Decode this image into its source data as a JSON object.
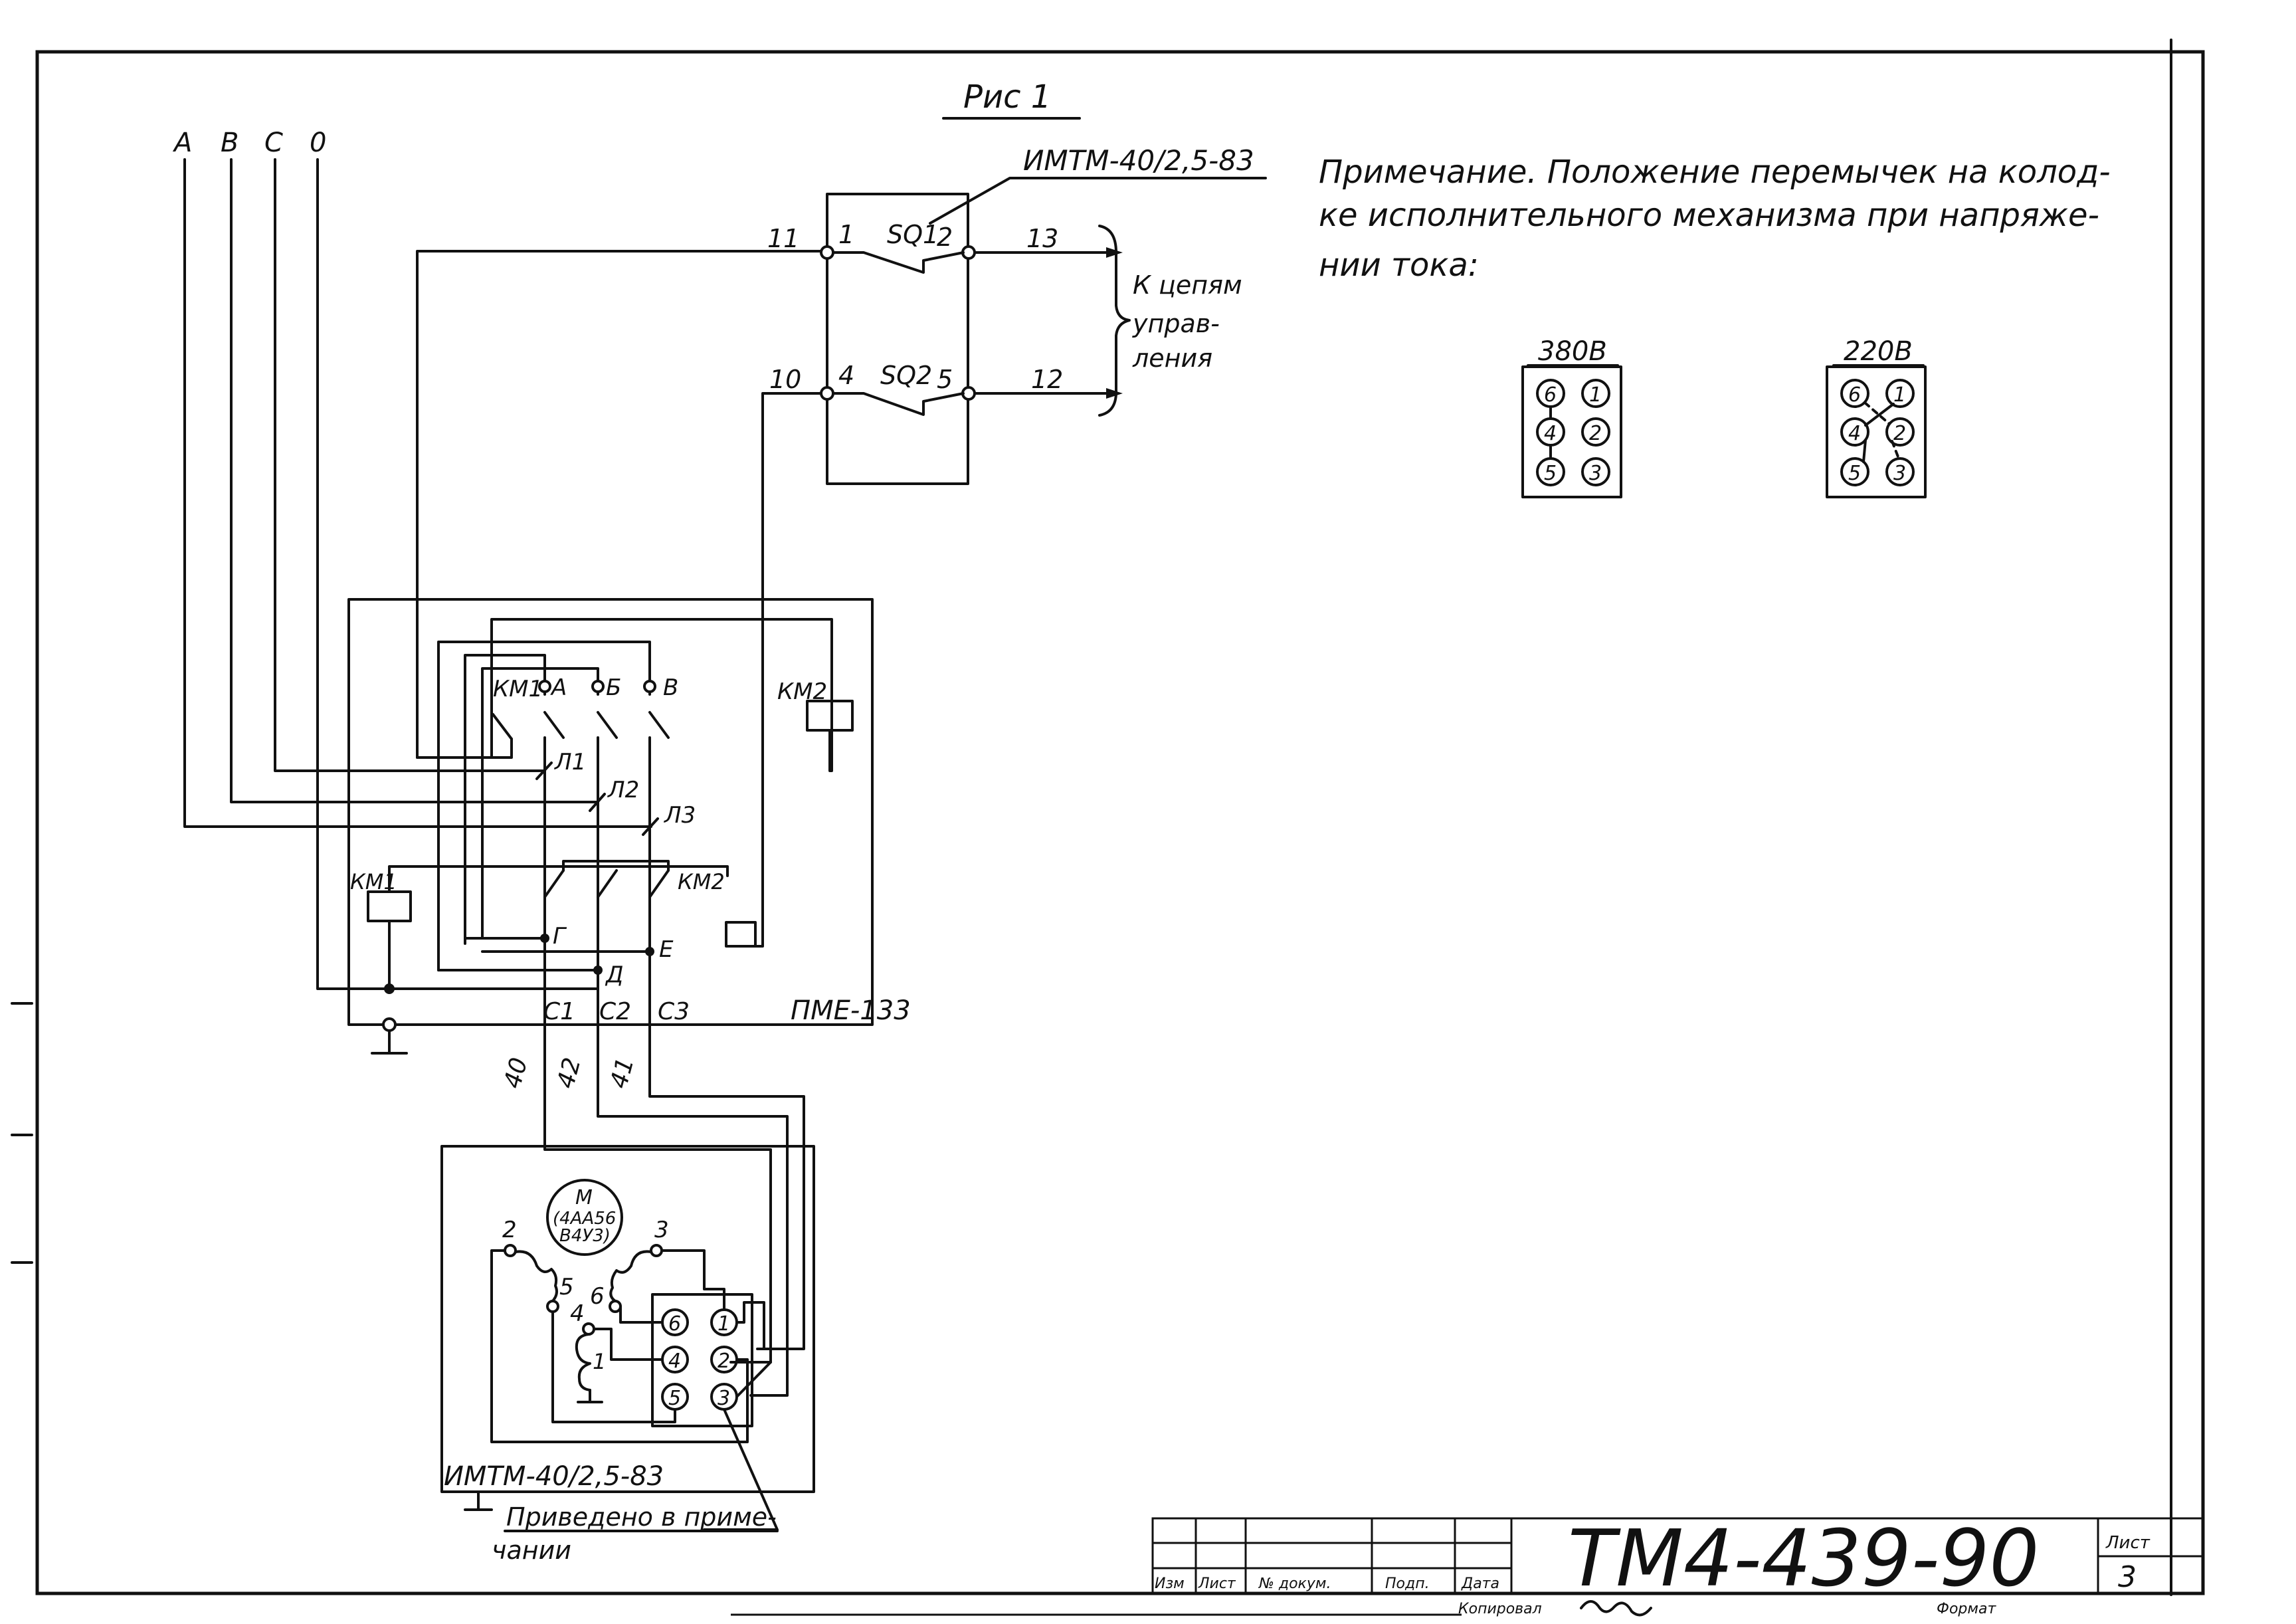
{
  "figure": {
    "title": "Рис 1"
  },
  "bus": {
    "labels": [
      "A",
      "B",
      "C",
      "0"
    ]
  },
  "actuator": {
    "name_top": "ИМТМ-40/2,5-83",
    "name_bottom": "ИМТМ-40/2,5-83",
    "motor_label": [
      "M",
      "(4AA56",
      "B4У3)"
    ]
  },
  "limit_switches": {
    "sq1": {
      "name": "SQ1",
      "pin_in": "1",
      "pin_out": "2",
      "wire_in": "11",
      "wire_out": "13"
    },
    "sq2": {
      "name": "SQ2",
      "pin_in": "4",
      "pin_out": "5",
      "wire_in": "10",
      "wire_out": "12"
    },
    "control_label": [
      "К цепям",
      "управ-",
      "ления"
    ]
  },
  "starter": {
    "name": "ПМЕ-133",
    "km1": "КМ1",
    "km2": "КМ2",
    "km1_coil": "КМ1",
    "km2_coil": "КМ2",
    "top_terminals": [
      "А",
      "Б",
      "В"
    ],
    "line_terminals": [
      "Л1",
      "Л2",
      "Л3"
    ],
    "bottom_terminals": [
      "Г",
      "Д",
      "Е"
    ],
    "outputs": [
      "С1",
      "С2",
      "С3"
    ]
  },
  "cable": {
    "wires": [
      "40",
      "42",
      "41"
    ]
  },
  "motor_windings": {
    "labels": [
      "2",
      "3",
      "5",
      "6",
      "4",
      "1"
    ]
  },
  "terminal_block": {
    "pins": [
      "6",
      "1",
      "4",
      "2",
      "5",
      "3"
    ]
  },
  "note": {
    "lines": [
      "Примечание. Положение перемычек на колод-",
      "ке исполнительного механизма при напряже-",
      "нии тока:"
    ],
    "callout": [
      "Приведено в приме-",
      "чании"
    ]
  },
  "jumper_380": {
    "label": "380В",
    "pins": [
      "6",
      "1",
      "4",
      "2",
      "5",
      "3"
    ]
  },
  "jumper_220": {
    "label": "220В",
    "pins": [
      "6",
      "1",
      "4",
      "2",
      "5",
      "3"
    ]
  },
  "title_block": {
    "code": "ТМ4-439-90",
    "sheet_label": "Лист",
    "sheet_number": "3",
    "headers": [
      "Изм",
      "Лист",
      "№ докум.",
      "Подп.",
      "Дата"
    ],
    "copied": "Копировал",
    "format": "Формат"
  }
}
